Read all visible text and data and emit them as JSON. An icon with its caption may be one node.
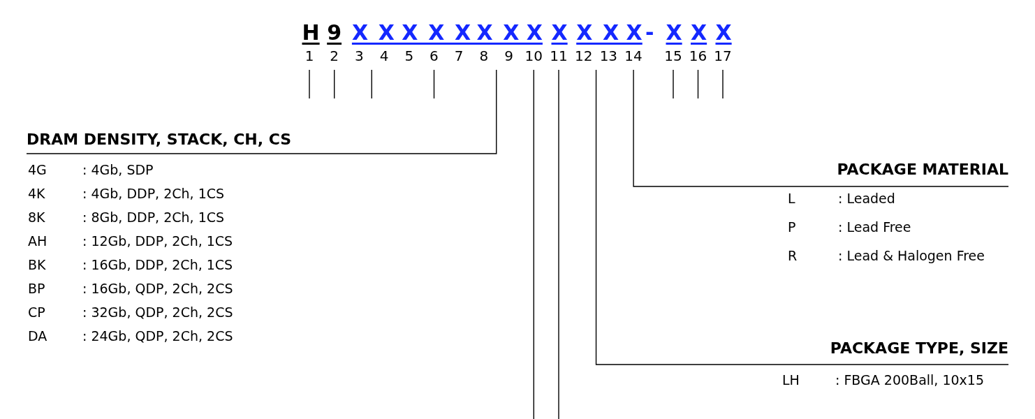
{
  "diagram": {
    "nodes": [
      {
        "text": [
          "H"
        ],
        "beside": [
          "1"
        ]
      },
      {
        "text": [
          "9"
        ],
        "beside": [
          "2"
        ]
      },
      {
        "text": [
          "XX"
        ],
        "beside": [
          "3",
          "4"
        ]
      },
      {
        "text": [
          "XXX"
        ],
        "beside": [
          "5",
          "6",
          "7"
        ]
      },
      {
        "text": [
          "XX"
        ],
        "beside": [
          "8",
          "9"
        ]
      },
      {
        "text": [
          "X"
        ],
        "beside": [
          "10"
        ]
      },
      {
        "text": [
          "X"
        ],
        "beside": [
          "11"
        ]
      },
      {
        "text": [
          "XX"
        ],
        "beside": [
          "12",
          "13"
        ]
      },
      {
        "text": [
          "X"
        ],
        "beside": [
          "14"
        ]
      },
      {
        "text": [
          "X"
        ],
        "beside": [
          "15"
        ]
      },
      {
        "text": [
          "X"
        ],
        "beside": [
          "16"
        ]
      },
      {
        "text": [
          "X"
        ],
        "beside": [
          "17"
        ]
      },
      {
        "text": [
          "DRAM DENSITY, STACK, CH, CS",
          "4G",
          ": 4Gb, SDP",
          "4K",
          ": 4Gb, DDP, 2Ch, 1CS",
          "8K",
          ": 8Gb, DDP, 2Ch, 1CS",
          "AH",
          ": 12Gb, DDP, 2Ch, 1CS",
          "BK",
          ": 16Gb, DDP, 2Ch, 1CS",
          "BP",
          ": 16Gb, QDP, 2Ch, 2CS",
          "CP",
          ": 32Gb, QDP, 2Ch, 2CS",
          "DA",
          ": 24Gb, QDP, 2Ch, 2CS"
        ]
      },
      {
        "text": [
          "PACKAGE MATERIAL",
          "L",
          ": Leaded",
          "P",
          ": Lead Free",
          "R",
          ": Lead & Halogen Free"
        ]
      },
      {
        "text": [
          "PACKAGE TYPE, SIZE",
          "LH",
          ": FBGA 200Ball, 10x15"
        ]
      }
    ],
    "edges": [
      {
        "from": null,
        "to": 0,
        "arrow": "none"
      },
      {
        "from": null,
        "to": 1,
        "arrow": "none"
      },
      {
        "from": null,
        "to": 2,
        "arrow": "none"
      },
      {
        "from": null,
        "to": 3,
        "arrow": "none"
      },
      {
        "from": 12,
        "to": 4,
        "arrow": "none"
      },
      {
        "from": null,
        "to": 5,
        "arrow": "none"
      },
      {
        "from": null,
        "to": 6,
        "arrow": "none"
      },
      {
        "from": 14,
        "to": 7,
        "arrow": "none"
      },
      {
        "from": 13,
        "to": 8,
        "arrow": "none"
      },
      {
        "from": null,
        "to": 9,
        "arrow": "none"
      },
      {
        "from": null,
        "to": 10,
        "arrow": "none"
      },
      {
        "from": null,
        "to": 11,
        "arrow": "none"
      }
    ],
    "labels": [
      "-"
    ]
  }
}
